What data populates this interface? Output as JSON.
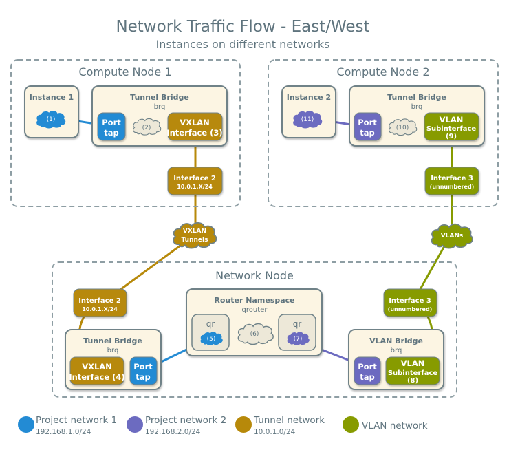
{
  "header": {
    "title": "Network Traffic Flow - East/West",
    "subtitle": "Instances on different networks"
  },
  "colors": {
    "project1": "#238bd4",
    "project2": "#6c6bc0",
    "tunnel": "#b7890a",
    "vlan": "#879b00",
    "container_fill": "#fcf5e3",
    "container_stroke": "#6f8288",
    "cloud_fill": "#ede8d8",
    "node_border": "#8e9ea4",
    "text": "#5f747e"
  },
  "compute_node_1": {
    "title": "Compute Node 1",
    "instance": {
      "title": "Instance 1",
      "vm_label": "(1)"
    },
    "bridge": {
      "title": "Tunnel Bridge",
      "subtitle": "brq",
      "port_line1": "Port",
      "port_line2": "tap",
      "switch_label": "(2)",
      "iface_line1": "VXLAN",
      "iface_line2": "Interface (3)"
    },
    "interface": {
      "title": "Interface 2",
      "subtitle": "10.0.1.X/24"
    }
  },
  "compute_node_2": {
    "title": "Compute Node 2",
    "instance": {
      "title": "Instance 2",
      "vm_label": "(11)"
    },
    "bridge": {
      "title": "Tunnel Bridge",
      "subtitle": "brq",
      "port_line1": "Port",
      "port_line2": "tap",
      "switch_label": "(10)",
      "iface_line1": "VLAN",
      "iface_line2": "Subinterface",
      "iface_line3": "(9)"
    },
    "interface": {
      "title": "Interface 3",
      "subtitle": "(unnumbered)"
    }
  },
  "clouds": {
    "vxlan_line1": "VXLAN",
    "vxlan_line2": "Tunnels",
    "vlans": "VLANs"
  },
  "network_node": {
    "title": "Network Node",
    "interface_left": {
      "title": "Interface 2",
      "subtitle": "10.0.1.X/24"
    },
    "tunnel_bridge": {
      "title": "Tunnel Bridge",
      "subtitle": "brq",
      "iface_line1": "VXLAN",
      "iface_line2": "Interface (4)",
      "port_line1": "Port",
      "port_line2": "tap"
    },
    "router": {
      "title": "Router Namespace",
      "subtitle": "qrouter",
      "qr_left": "qr",
      "qr_left_label": "(5)",
      "router_label": "(6)",
      "qr_right": "qr",
      "qr_right_label": "(7)"
    },
    "interface_right": {
      "title": "Interface 3",
      "subtitle": "(unnumbered)"
    },
    "vlan_bridge": {
      "title": "VLAN Bridge",
      "subtitle": "brq",
      "port_line1": "Port",
      "port_line2": "tap",
      "iface_line1": "VLAN",
      "iface_line2": "Subinterface",
      "iface_line3": "(8)"
    }
  },
  "legend": [
    {
      "label": "Project network 1",
      "sub": "192.168.1.0/24",
      "color": "#238bd4"
    },
    {
      "label": "Project network 2",
      "sub": "192.168.2.0/24",
      "color": "#6c6bc0"
    },
    {
      "label": "Tunnel network",
      "sub": "10.0.1.0/24",
      "color": "#b7890a"
    },
    {
      "label": "VLAN network",
      "sub": "",
      "color": "#879b00"
    }
  ]
}
